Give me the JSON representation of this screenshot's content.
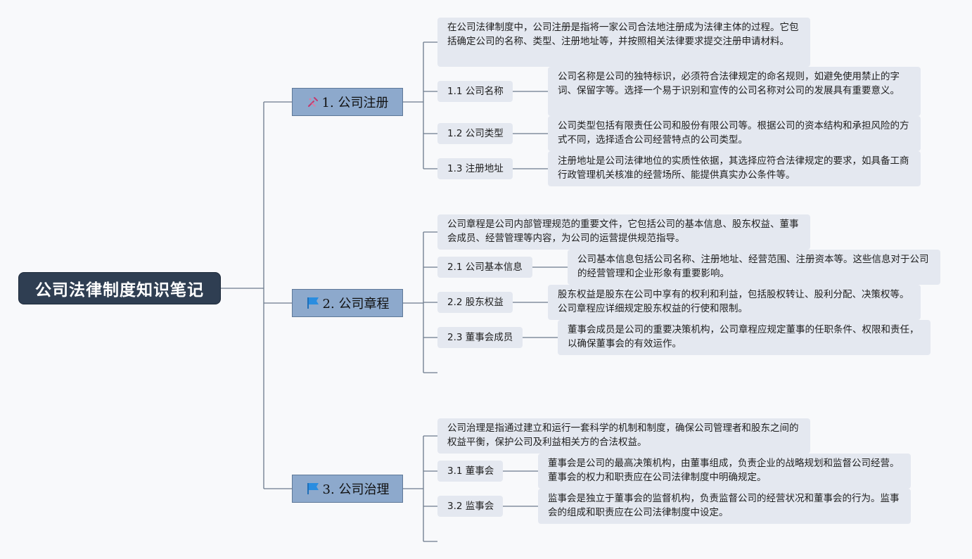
{
  "root": {
    "title": "公司法律制度知识笔记"
  },
  "topics": [
    {
      "label": "1. 公司注册",
      "icon": "wrench-icon",
      "intro": "在公司法律制度中，公司注册是指将一家公司合法地注册成为法律主体的过程。它包括确定公司的名称、类型、注册地址等，并按照相关法律要求提交注册申请材料。",
      "subs": [
        {
          "label": "1.1 公司名称",
          "detail": "公司名称是公司的独特标识，必须符合法律规定的命名规则，如避免使用禁止的字词、保留字等。选择一个易于识别和宣传的公司名称对公司的发展具有重要意义。"
        },
        {
          "label": "1.2 公司类型",
          "detail": "公司类型包括有限责任公司和股份有限公司等。根据公司的资本结构和承担风险的方式不同，选择适合公司经营特点的公司类型。"
        },
        {
          "label": "1.3 注册地址",
          "detail": "注册地址是公司法律地位的实质性依据，其选择应符合法律规定的要求，如具备工商行政管理机关核准的经营场所、能提供真实办公条件等。"
        }
      ]
    },
    {
      "label": "2. 公司章程",
      "icon": "flag-icon",
      "intro": "公司章程是公司内部管理规范的重要文件，它包括公司的基本信息、股东权益、董事会成员、经营管理等内容，为公司的运营提供规范指导。",
      "subs": [
        {
          "label": "2.1 公司基本信息",
          "detail": "公司基本信息包括公司名称、注册地址、经营范围、注册资本等。这些信息对于公司的经营管理和企业形象有重要影响。"
        },
        {
          "label": "2.2 股东权益",
          "detail": "股东权益是股东在公司中享有的权利和利益，包括股权转让、股利分配、决策权等。公司章程应详细规定股东权益的行使和限制。"
        },
        {
          "label": "2.3 董事会成员",
          "detail": "董事会成员是公司的重要决策机构，公司章程应规定董事的任职条件、权限和责任，以确保董事会的有效运作。"
        }
      ]
    },
    {
      "label": "3. 公司治理",
      "icon": "flag-icon",
      "intro": "公司治理是指通过建立和运行一套科学的机制和制度，确保公司管理者和股东之间的权益平衡，保护公司及利益相关方的合法权益。",
      "subs": [
        {
          "label": "3.1 董事会",
          "detail": "董事会是公司的最高决策机构，由董事组成，负责企业的战略规划和监督公司经营。董事会的权力和职责应在公司法律制度中明确规定。"
        },
        {
          "label": "3.2 监事会",
          "detail": "监事会是独立于董事会的监督机构，负责监督公司的经营状况和董事会的行为。监事会的组成和职责应在公司法律制度中设定。"
        }
      ]
    }
  ],
  "colors": {
    "root_bg": "#2f3e52",
    "topic_bg": "#8da9cc",
    "box_bg": "#e4e8f0",
    "line": "#6b7a8c",
    "flag": "#2a8de0",
    "wrench": "#c23a6e"
  }
}
